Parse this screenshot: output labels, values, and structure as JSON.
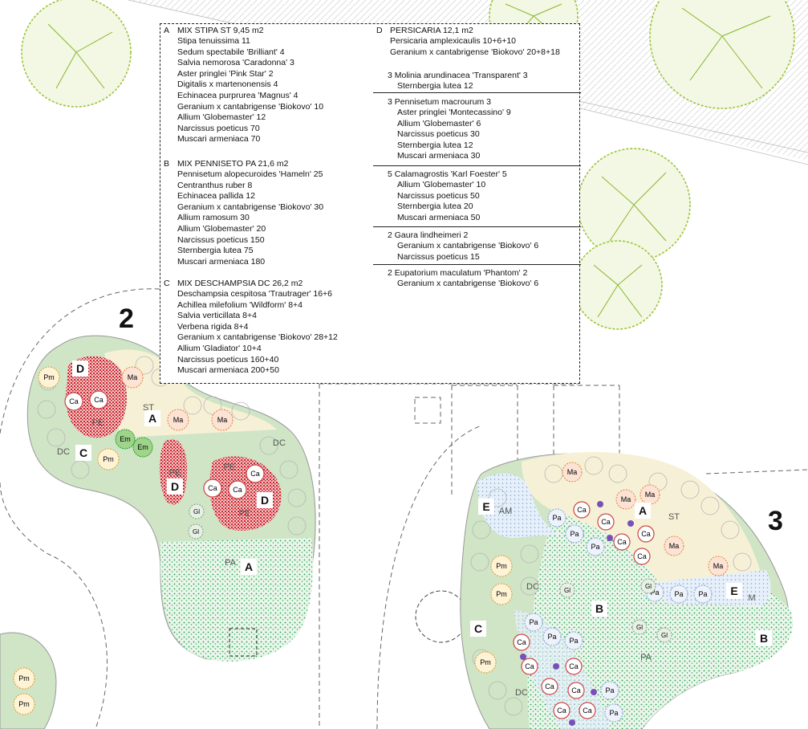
{
  "legend": {
    "left": [
      {
        "letter": "A",
        "title": "MIX STIPA ST 9,45 m2",
        "plants": [
          "Stipa tenuissima 11",
          "Sedum spectabile 'Brilliant' 4",
          "Salvia nemorosa 'Caradonna' 3",
          "Aster pringlei 'Pink Star' 2",
          "Digitalis x martenonensis 4",
          "Echinacea purprurea 'Magnus' 4",
          "Geranium x cantabrigense 'Biokovo' 10",
          "Allium 'Globemaster' 12",
          "Narcissus poeticus 70",
          "Muscari armeniaca 70"
        ]
      },
      {
        "letter": "B",
        "title": "MIX PENNISETO PA 21,6 m2",
        "plants": [
          "Pennisetum alopecuroides 'Hameln' 25",
          "Centranthus ruber 8",
          "Echinacea pallida 12",
          "Geranium x cantabrigense 'Biokovo' 30",
          "Allium ramosum 30",
          "Allium 'Globemaster' 20",
          "Narcissus poeticus 150",
          "Sternbergia lutea 75",
          "Muscari armeniaca 180"
        ]
      },
      {
        "letter": "C",
        "title": "MIX DESCHAMPSIA DC 26,2 m2",
        "plants": [
          "Deschampsia cespitosa 'Trautrager' 16+6",
          "Achillea milefolium 'Wildform' 8+4",
          "Salvia verticillata 8+4",
          "Verbena rigida 8+4",
          "Geranium x cantabrigense 'Biokovo' 28+12",
          "Allium 'Gladiator' 10+4",
          "Narcissus poeticus 160+40",
          "Muscari armeniaca 200+50"
        ]
      }
    ],
    "right_mix": {
      "letter": "D",
      "title": "PERSICARIA 12,1 m2",
      "plants": [
        "Persicaria amplexicaulis 10+6+10",
        "Geranium x cantabrigense 'Biokovo' 20+8+18"
      ]
    },
    "right_groups": [
      {
        "head": "3 Molinia arundinacea 'Transparent' 3",
        "plants": [
          "Sternbergia lutea 12"
        ]
      },
      {
        "head": "3 Pennisetum macrourum 3",
        "plants": [
          "Aster pringlei 'Montecassino' 9",
          "Allium 'Globemaster' 6",
          "Narcissus poeticus 30",
          "Sternbergia lutea 12",
          "Muscari armeniaca 30"
        ]
      },
      {
        "head": "5 Calamagrostis 'Karl Foester' 5",
        "plants": [
          "Allium 'Globemaster' 10",
          "Narcissus poeticus 50",
          "Sternbergia lutea 20",
          "Muscari armeniaca 50"
        ]
      },
      {
        "head": "2 Gaura lindheimeri 2",
        "plants": [
          "Geranium x cantabrigense 'Biokovo' 6",
          "Narcissus poeticus 15"
        ]
      },
      {
        "head": "2 Eupatorium maculatum 'Phantom' 2",
        "plants": [
          "Geranium x cantabrigense 'Biokovo' 6"
        ]
      }
    ]
  },
  "zones": {
    "zone2": "2",
    "zone3": "3"
  },
  "bed_tags": {
    "z2_d1": "D",
    "z2_a1": "A",
    "z2_c": "C",
    "z2_d2": "D",
    "z2_d3": "D",
    "z2_a2": "A",
    "z3_e1": "E",
    "z3_a": "A",
    "z3_e2": "E",
    "z3_b1": "B",
    "z3_c": "C",
    "z3_b2": "B"
  },
  "plant_codes": {
    "ca": "Ca",
    "pm": "Pm",
    "ma": "Ma",
    "em": "Em",
    "gl": "Gl",
    "pa": "Pa",
    "area_st": "ST",
    "area_dc": "DC",
    "area_pe": "PE",
    "area_pa": "PA",
    "area_am": "AM",
    "area_m": "M"
  },
  "colors": {
    "grass": "#cfe5c6",
    "stipa": "#f6f1d6",
    "persicaria": "#d42a33",
    "penniseto": "#26a65b",
    "molinia": "#c7d9ef",
    "tree": "#9cc43a"
  }
}
